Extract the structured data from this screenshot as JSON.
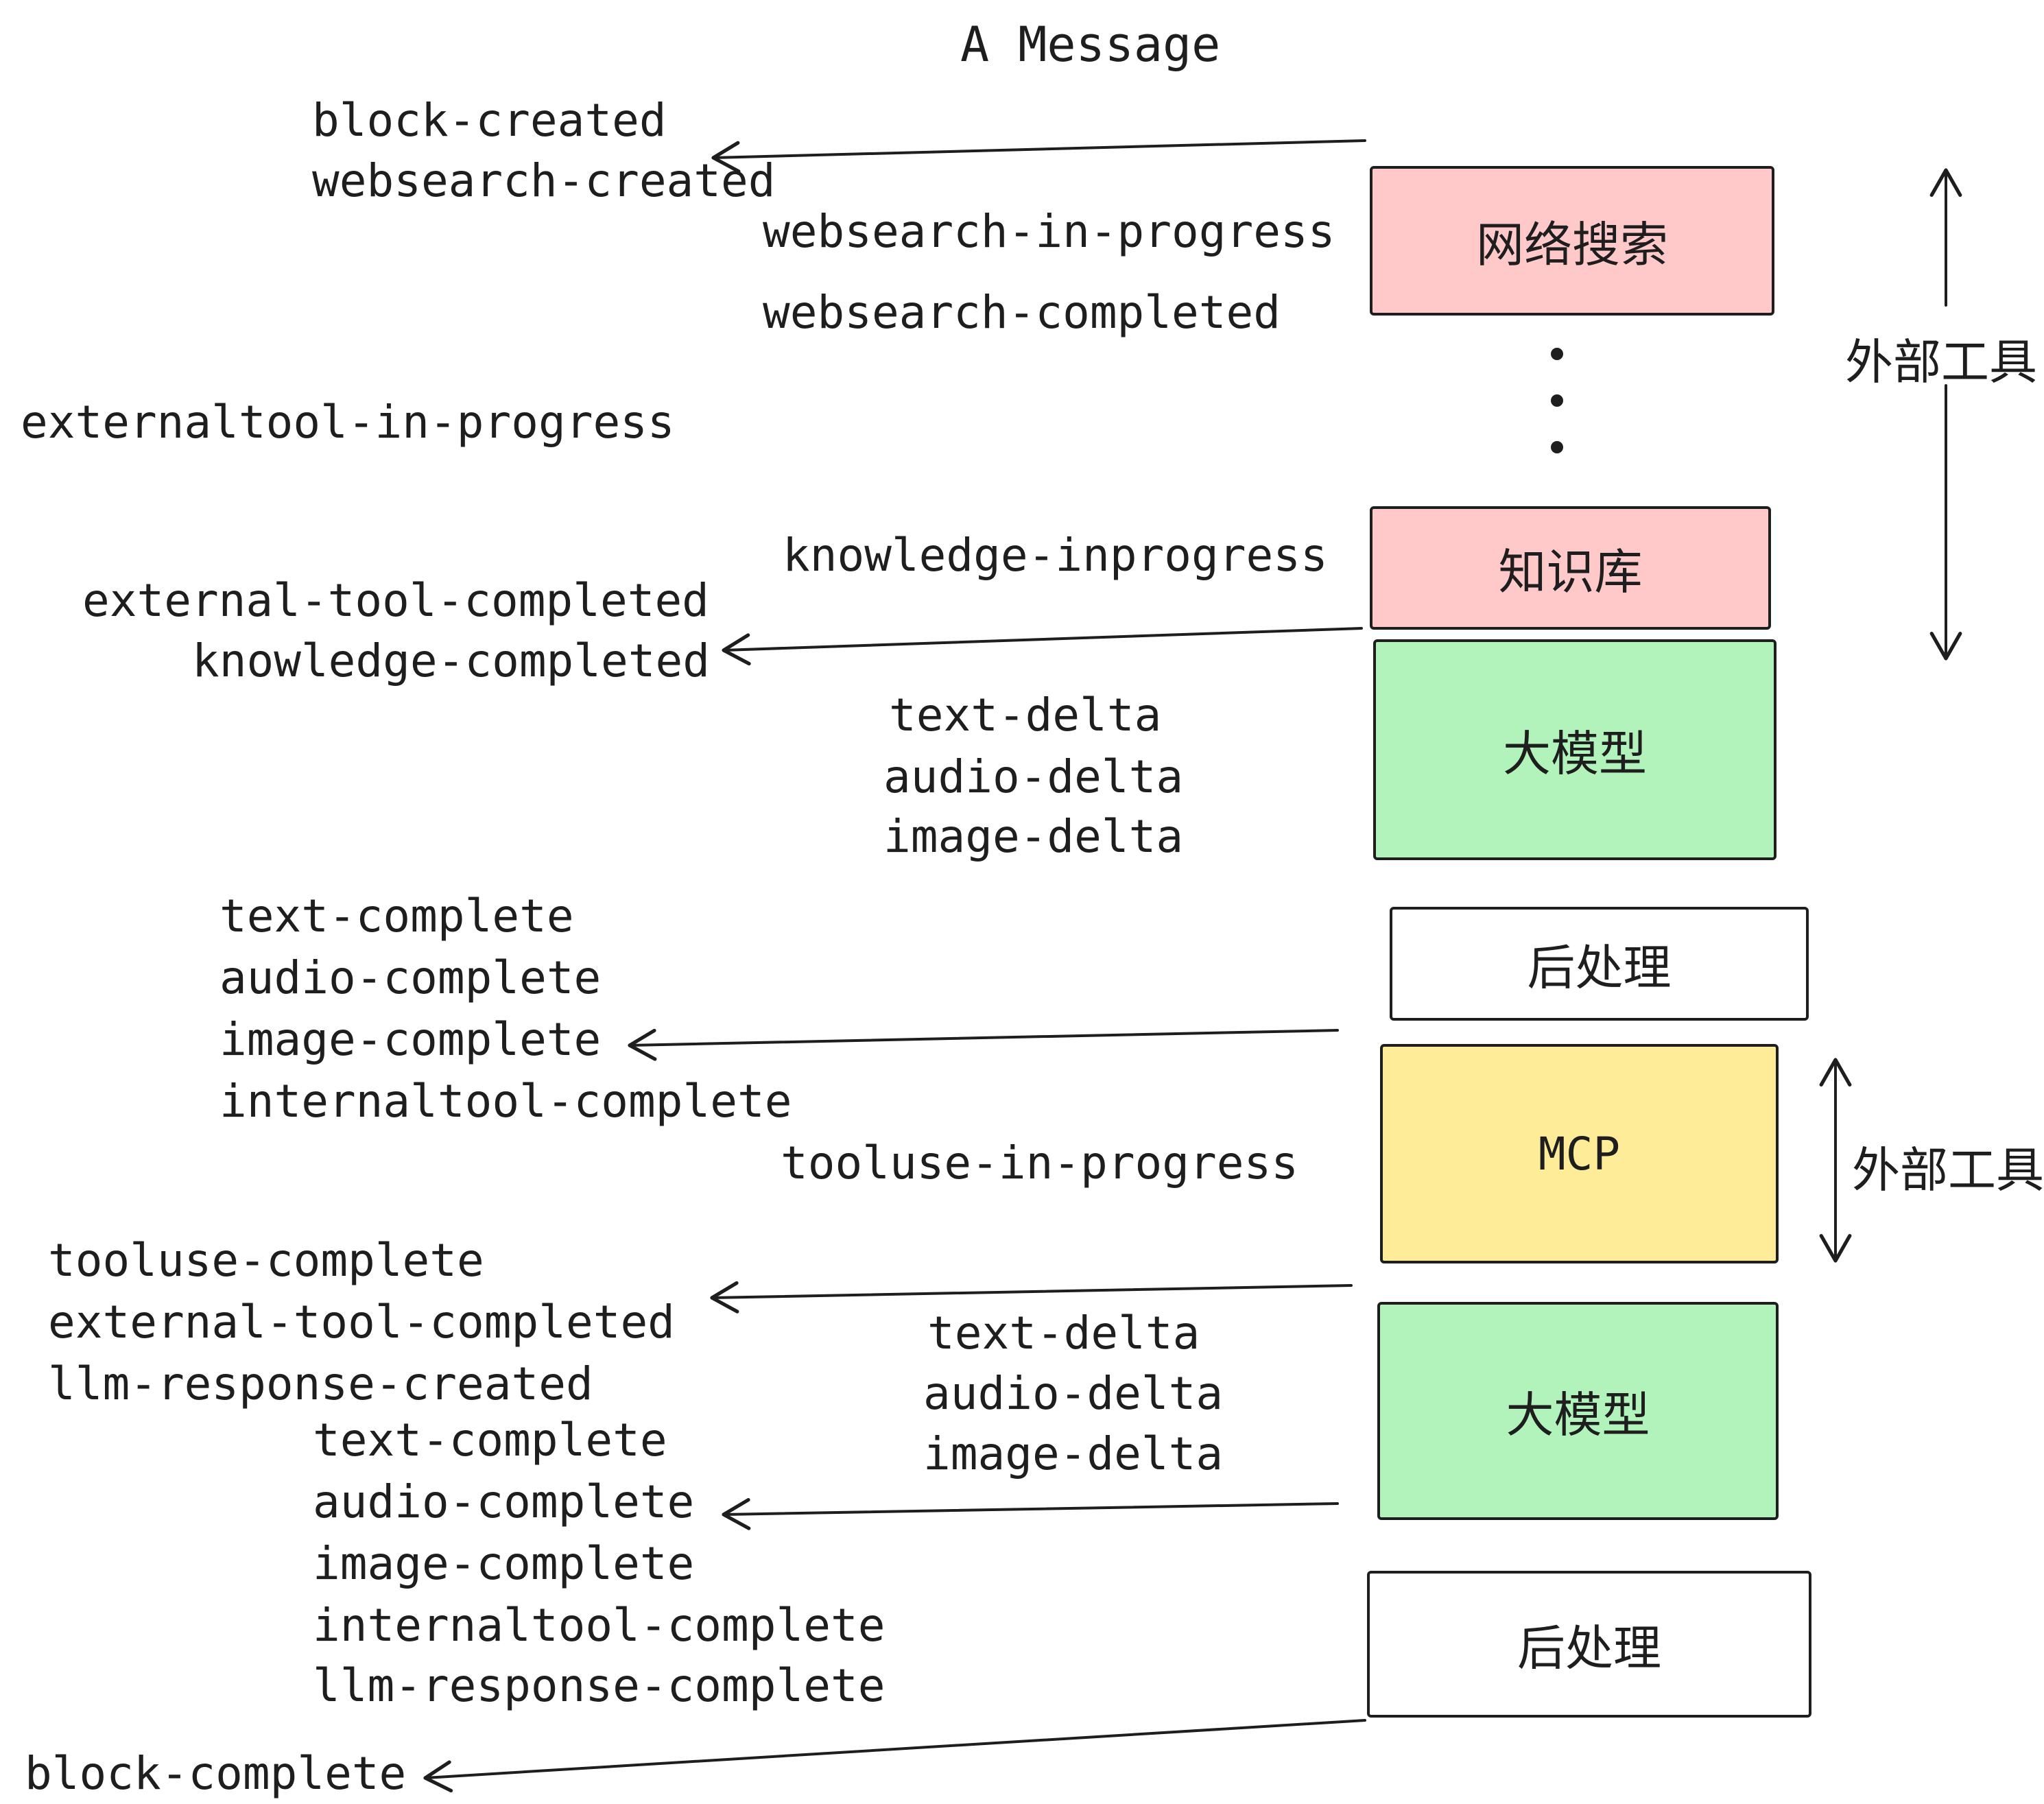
{
  "title": "A Message",
  "events": {
    "block_created": "block-created",
    "websearch_created": "websearch-created",
    "websearch_in_progress": "websearch-in-progress",
    "websearch_completed": "websearch-completed",
    "externaltool_in_progress": "externaltool-in-progress",
    "knowledge_inprogress": "knowledge-inprogress",
    "external_tool_completed": "external-tool-completed",
    "knowledge_completed": "knowledge-completed",
    "text_delta": "text-delta",
    "audio_delta": "audio-delta",
    "image_delta": "image-delta",
    "text_complete": "text-complete",
    "audio_complete": "audio-complete",
    "image_complete": "image-complete",
    "internaltool_complete": "internaltool-complete",
    "tooluse_in_progress": "tooluse-in-progress",
    "tooluse_complete": "tooluse-complete",
    "llm_response_created": "llm-response-created",
    "llm_response_complete": "llm-response-complete",
    "block_complete": "block-complete"
  },
  "boxes": {
    "websearch": {
      "label": "网络搜索",
      "fill": "#ffc9c9"
    },
    "knowledge": {
      "label": "知识库",
      "fill": "#ffc9c9"
    },
    "llm": {
      "label": "大模型",
      "fill": "#b2f2bb"
    },
    "postprocess": {
      "label": "后处理",
      "fill": "#ffffff"
    },
    "mcp": {
      "label": "MCP",
      "fill": "#ffec99"
    }
  },
  "side_labels": {
    "external_tools": "外部工具"
  },
  "colors": {
    "stroke": "#1e1e1e",
    "pink": "#ffc9c9",
    "green": "#b2f2bb",
    "yellow": "#ffec99",
    "white": "#ffffff"
  }
}
